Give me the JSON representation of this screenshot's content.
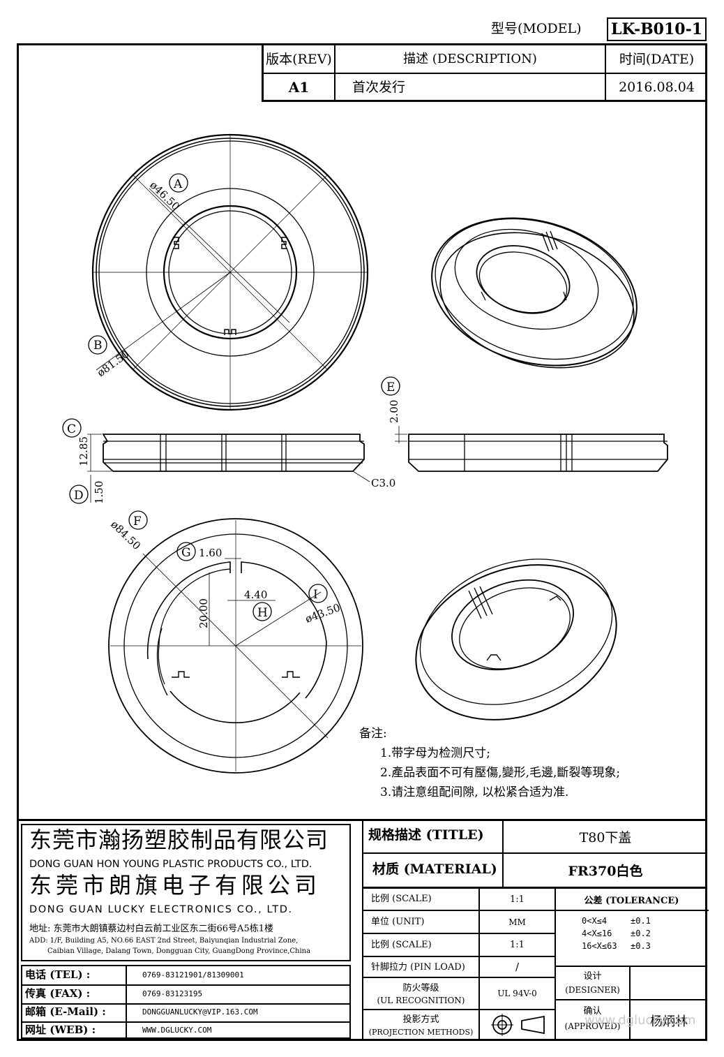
{
  "header": {
    "model_label": "型号(MODEL)",
    "model_value": "LK-B010-1",
    "rev_header": "版本(REV)",
    "desc_header": "描述 (DESCRIPTION)",
    "date_header": "时间(DATE)",
    "rev_value": "A1",
    "desc_value": "首次发行",
    "date_value": "2016.08.04"
  },
  "dimensions": {
    "A_label": "A",
    "A_value": "ø46.50",
    "B_label": "B",
    "B_value": "ø81.50",
    "C_label": "C",
    "C_value": "12.85",
    "D_label": "D",
    "D_value": "1.50",
    "E_label": "E",
    "E_value": "2.00",
    "chamfer": "C3.0",
    "F_label": "F",
    "F_value": "ø84.50",
    "G_label": "G",
    "G_value": "1.60",
    "H_label": "H",
    "H_value": "4.40",
    "I_label": "I",
    "I_value": "ø43.50",
    "height_20": "20.00"
  },
  "notes": {
    "title": "备注:",
    "items": [
      "1.带字母为检测尺寸;",
      "2.產品表面不可有壓傷,變形,毛邊,斷裂等現象;",
      "3.请注意组配间隙, 以松紧合适为准."
    ]
  },
  "company": {
    "name_cn_1": "东莞市瀚扬塑胶制品有限公司",
    "name_en_1": "DONG GUAN HON YOUNG PLASTIC PRODUCTS CO., LTD.",
    "name_cn_2": "东莞市朗旗电子有限公司",
    "name_en_2": "DONG GUAN LUCKY ELECTRONICS CO., LTD.",
    "address_cn": "地址: 东莞市大朗镇蔡边村白云前工业区东二街66号A5栋1楼",
    "address_en_1": "ADD: 1/F, Building A5, NO.66 EAST 2nd Street, Baiyunqian Industrial Zone,",
    "address_en_2": "Caibian Village, Dalang Town, Dongguan City, GuangDong Province,China"
  },
  "contacts": [
    {
      "label": "电话 (TEL) :",
      "value": "0769-83121901/81309001"
    },
    {
      "label": "传真 (FAX) :",
      "value": "0769-83123195"
    },
    {
      "label": "邮箱 (E-Mail) :",
      "value": "DONGGUANLUCKY@VIP.163.COM"
    },
    {
      "label": "网址 (WEB) :",
      "value": "WWW.DGLUCKY.COM"
    }
  ],
  "spec": {
    "title_label": "规格描述 (TITLE)",
    "title_value": "T80下盖",
    "material_label": "材质 (MATERIAL)",
    "material_value": "FR370白色",
    "scale_label": "比例 (SCALE)",
    "scale_value": "1:1",
    "tolerance_label": "公差 (TOLERANCE)",
    "unit_label": "单位 (UNIT)",
    "unit_value": "MM",
    "scale2_label": "比例 (SCALE)",
    "scale2_value": "1:1",
    "tol_rows": [
      {
        "range": "0<X≤4",
        "tol": "±0.1"
      },
      {
        "range": "4<X≤16",
        "tol": "±0.2"
      },
      {
        "range": "16<X≤63",
        "tol": "±0.3"
      }
    ],
    "pinload_label": "针脚拉力 (PIN LOAD)",
    "pinload_value": "/",
    "designer_label_cn": "设计",
    "designer_label_en": "(DESIGNER)",
    "ul_label_cn": "防火等级",
    "ul_label_en": "(UL RECOGNITION)",
    "ul_value": "UL 94V-0",
    "approved_label_cn": "确认",
    "approved_label_en": "(APPROVED)",
    "approved_value": "杨炳林",
    "projection_label_cn": "投影方式",
    "projection_label_en": "(PROJECTION METHODS)"
  },
  "watermark": "www.dglucky.com"
}
